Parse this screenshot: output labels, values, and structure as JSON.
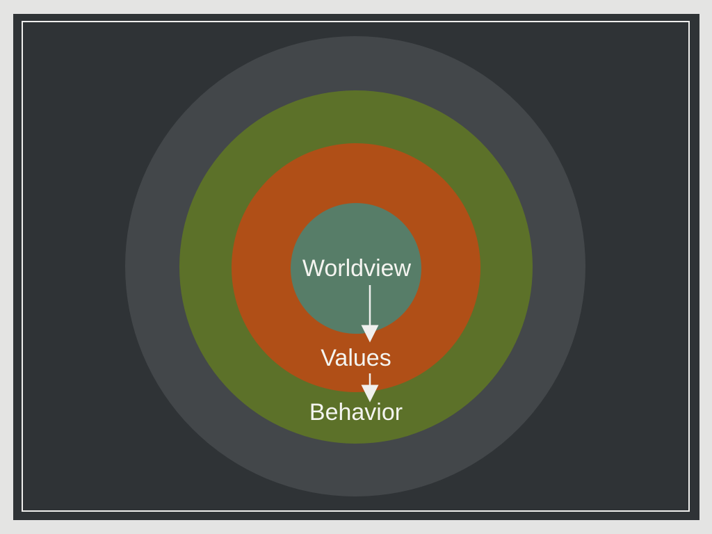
{
  "layers": [
    {
      "name": "outer",
      "label": "",
      "color": "#43474a"
    },
    {
      "name": "behavior",
      "label": "Behavior",
      "color": "#5c7129"
    },
    {
      "name": "values",
      "label": "Values",
      "color": "#b04f17"
    },
    {
      "name": "worldview",
      "label": "Worldview",
      "color": "#577d68"
    }
  ],
  "colors": {
    "board": "#2f3336",
    "frame": "#e4e4e3",
    "chalk": "#f0f0ee"
  }
}
